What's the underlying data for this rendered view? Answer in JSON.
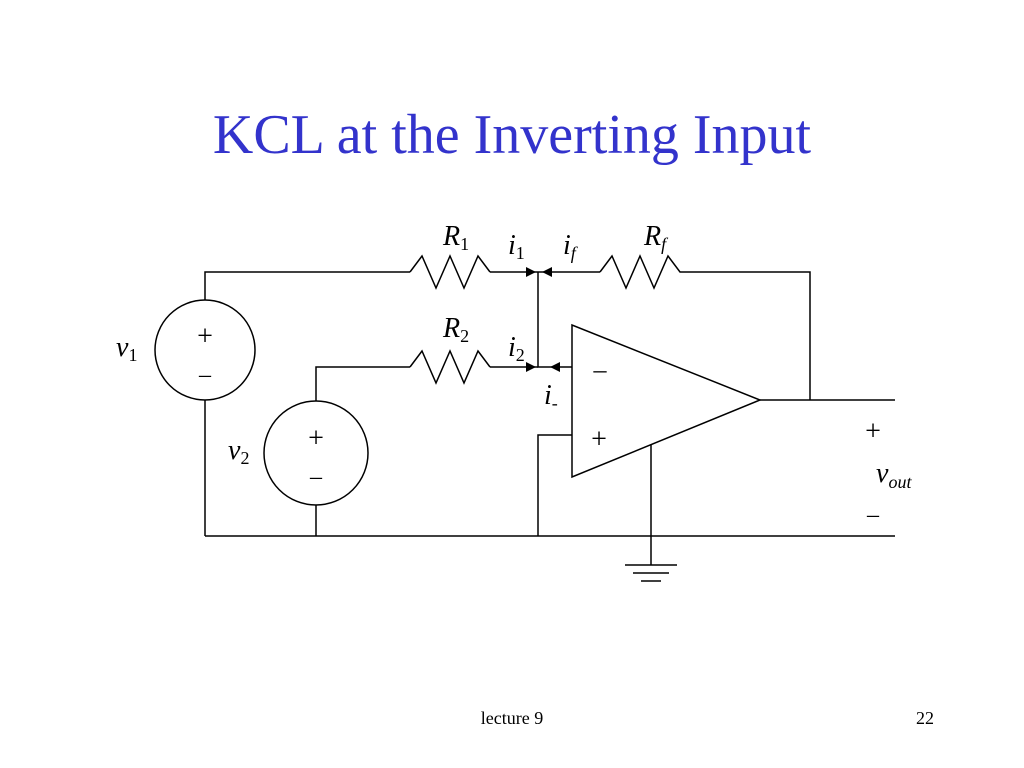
{
  "slide": {
    "title": "KCL at the Inverting Input",
    "footer_label": "lecture 9",
    "page_number": "22",
    "title_color": "#3333cc"
  },
  "circuit": {
    "r1": {
      "main": "R",
      "sub": "1"
    },
    "r2": {
      "main": "R",
      "sub": "2"
    },
    "rf": {
      "main": "R",
      "sub": "f"
    },
    "i1": {
      "main": "i",
      "sub": "1"
    },
    "i2": {
      "main": "i",
      "sub": "2"
    },
    "if": {
      "main": "i",
      "sub": "f"
    },
    "iminus": {
      "main": "i",
      "sub": "-"
    },
    "v1": {
      "main": "v",
      "sub": "1"
    },
    "v2": {
      "main": "v",
      "sub": "2"
    },
    "vout": {
      "main": "v",
      "sub": "out"
    },
    "plus_sign": "+",
    "minus_sign": "–"
  }
}
